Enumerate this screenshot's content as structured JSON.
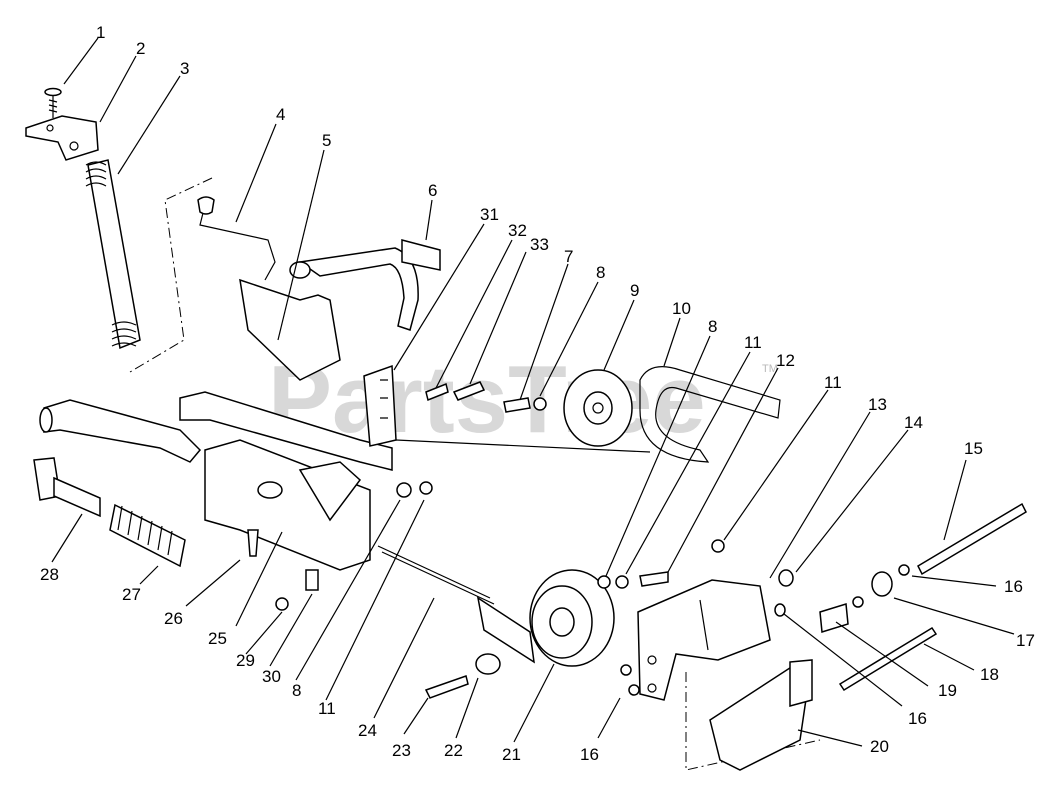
{
  "watermark": "PartsTree",
  "trademark": "TM",
  "callouts": {
    "c1": "1",
    "c2": "2",
    "c3": "3",
    "c4": "4",
    "c5": "5",
    "c6": "6",
    "c7": "7",
    "c8a": "8",
    "c9": "9",
    "c10": "10",
    "c8b": "8",
    "c11a": "11",
    "c12": "12",
    "c31": "31",
    "c32": "32",
    "c33": "33",
    "c11b": "11",
    "c13": "13",
    "c14": "14",
    "c15": "15",
    "c16a": "16",
    "c17": "17",
    "c18": "18",
    "c19": "19",
    "c16b": "16",
    "c20": "20",
    "c16c": "16",
    "c21": "21",
    "c22": "22",
    "c23": "23",
    "c24": "24",
    "c11c": "11",
    "c8c": "8",
    "c30": "30",
    "c29": "29",
    "c25": "25",
    "c26": "26",
    "c27": "27",
    "c28": "28"
  }
}
